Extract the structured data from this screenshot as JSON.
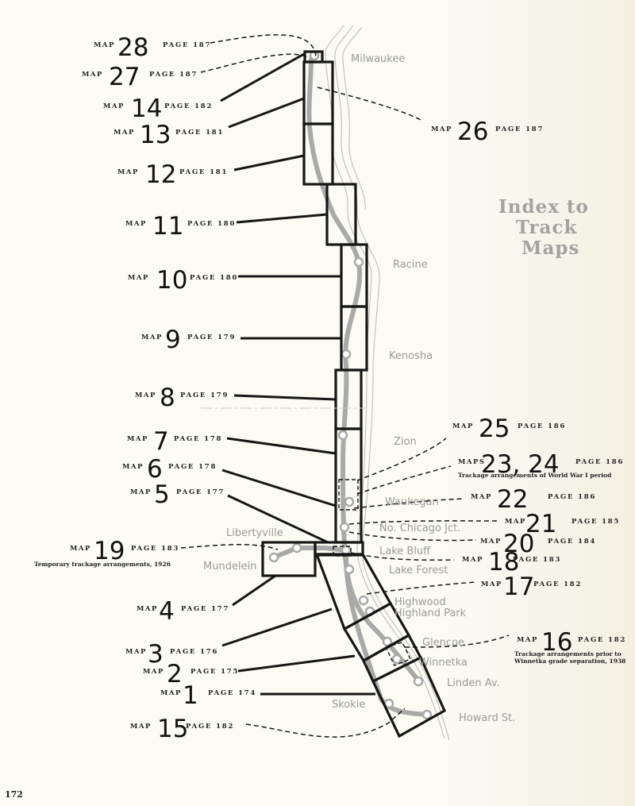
{
  "title": {
    "lines": [
      "Index to",
      "Track",
      "Maps"
    ]
  },
  "page_number": "172",
  "towns": [
    {
      "id": "milwaukee",
      "name": "Milwaukee"
    },
    {
      "id": "racine",
      "name": "Racine"
    },
    {
      "id": "kenosha",
      "name": "Kenosha"
    },
    {
      "id": "zion",
      "name": "Zion"
    },
    {
      "id": "waukegan",
      "name": "Waukegan"
    },
    {
      "id": "no-chicago-jct",
      "name": "No. Chicago Jct."
    },
    {
      "id": "libertyville",
      "name": "Libertyville"
    },
    {
      "id": "mundelein",
      "name": "Mundelein"
    },
    {
      "id": "lake-bluff",
      "name": "Lake Bluff"
    },
    {
      "id": "lake-forest",
      "name": "Lake Forest"
    },
    {
      "id": "highwood",
      "name": "Highwood"
    },
    {
      "id": "highland-park",
      "name": "Highland Park"
    },
    {
      "id": "glencoe",
      "name": "Glencoe"
    },
    {
      "id": "winnetka",
      "name": "Winnetka"
    },
    {
      "id": "linden-av",
      "name": "Linden Av."
    },
    {
      "id": "skokie",
      "name": "Skokie"
    },
    {
      "id": "howard-st",
      "name": "Howard St."
    }
  ],
  "map_index": [
    {
      "prefix": "MAP",
      "number": "28",
      "page_label": "PAGE",
      "page": "187",
      "note": ""
    },
    {
      "prefix": "MAP",
      "number": "27",
      "page_label": "PAGE",
      "page": "187",
      "note": ""
    },
    {
      "prefix": "MAP",
      "number": "14",
      "page_label": "PAGE",
      "page": "182",
      "note": ""
    },
    {
      "prefix": "MAP",
      "number": "13",
      "page_label": "PAGE",
      "page": "181",
      "note": ""
    },
    {
      "prefix": "MAP",
      "number": "12",
      "page_label": "PAGE",
      "page": "181",
      "note": ""
    },
    {
      "prefix": "MAP",
      "number": "11",
      "page_label": "PAGE",
      "page": "180",
      "note": ""
    },
    {
      "prefix": "MAP",
      "number": "10",
      "page_label": "PAGE",
      "page": "180",
      "note": ""
    },
    {
      "prefix": "MAP",
      "number": "9",
      "page_label": "PAGE",
      "page": "179",
      "note": ""
    },
    {
      "prefix": "MAP",
      "number": "8",
      "page_label": "PAGE",
      "page": "179",
      "note": ""
    },
    {
      "prefix": "MAP",
      "number": "7",
      "page_label": "PAGE",
      "page": "178",
      "note": ""
    },
    {
      "prefix": "MAP",
      "number": "6",
      "page_label": "PAGE",
      "page": "178",
      "note": ""
    },
    {
      "prefix": "MAP",
      "number": "5",
      "page_label": "PAGE",
      "page": "177",
      "note": ""
    },
    {
      "prefix": "MAP",
      "number": "19",
      "page_label": "PAGE",
      "page": "183",
      "note": "Temporary trackage arrangements, 1926"
    },
    {
      "prefix": "MAP",
      "number": "4",
      "page_label": "PAGE",
      "page": "177",
      "note": ""
    },
    {
      "prefix": "MAP",
      "number": "3",
      "page_label": "PAGE",
      "page": "176",
      "note": ""
    },
    {
      "prefix": "MAP",
      "number": "2",
      "page_label": "PAGE",
      "page": "175",
      "note": ""
    },
    {
      "prefix": "MAP",
      "number": "1",
      "page_label": "PAGE",
      "page": "174",
      "note": ""
    },
    {
      "prefix": "MAP",
      "number": "15",
      "page_label": "PAGE",
      "page": "182",
      "note": ""
    },
    {
      "prefix": "MAP",
      "number": "26",
      "page_label": "PAGE",
      "page": "187",
      "note": ""
    },
    {
      "prefix": "MAP",
      "number": "25",
      "page_label": "PAGE",
      "page": "186",
      "note": ""
    },
    {
      "prefix": "MAPS",
      "number": "23, 24",
      "page_label": "PAGE",
      "page": "186",
      "note": "Trackage arrangements of World War I period"
    },
    {
      "prefix": "MAP",
      "number": "22",
      "page_label": "PAGE",
      "page": "186",
      "note": ""
    },
    {
      "prefix": "MAP",
      "number": "21",
      "page_label": "PAGE",
      "page": "185",
      "note": ""
    },
    {
      "prefix": "MAP",
      "number": "20",
      "page_label": "PAGE",
      "page": "184",
      "note": ""
    },
    {
      "prefix": "MAP",
      "number": "18",
      "page_label": "PAGE",
      "page": "183",
      "note": ""
    },
    {
      "prefix": "MAP",
      "number": "17",
      "page_label": "PAGE",
      "page": "182",
      "note": ""
    },
    {
      "prefix": "MAP",
      "number": "16",
      "page_label": "PAGE",
      "page": "182",
      "note": "Trackage arrangements prior to|Winnetka grade separation, 1938"
    }
  ]
}
